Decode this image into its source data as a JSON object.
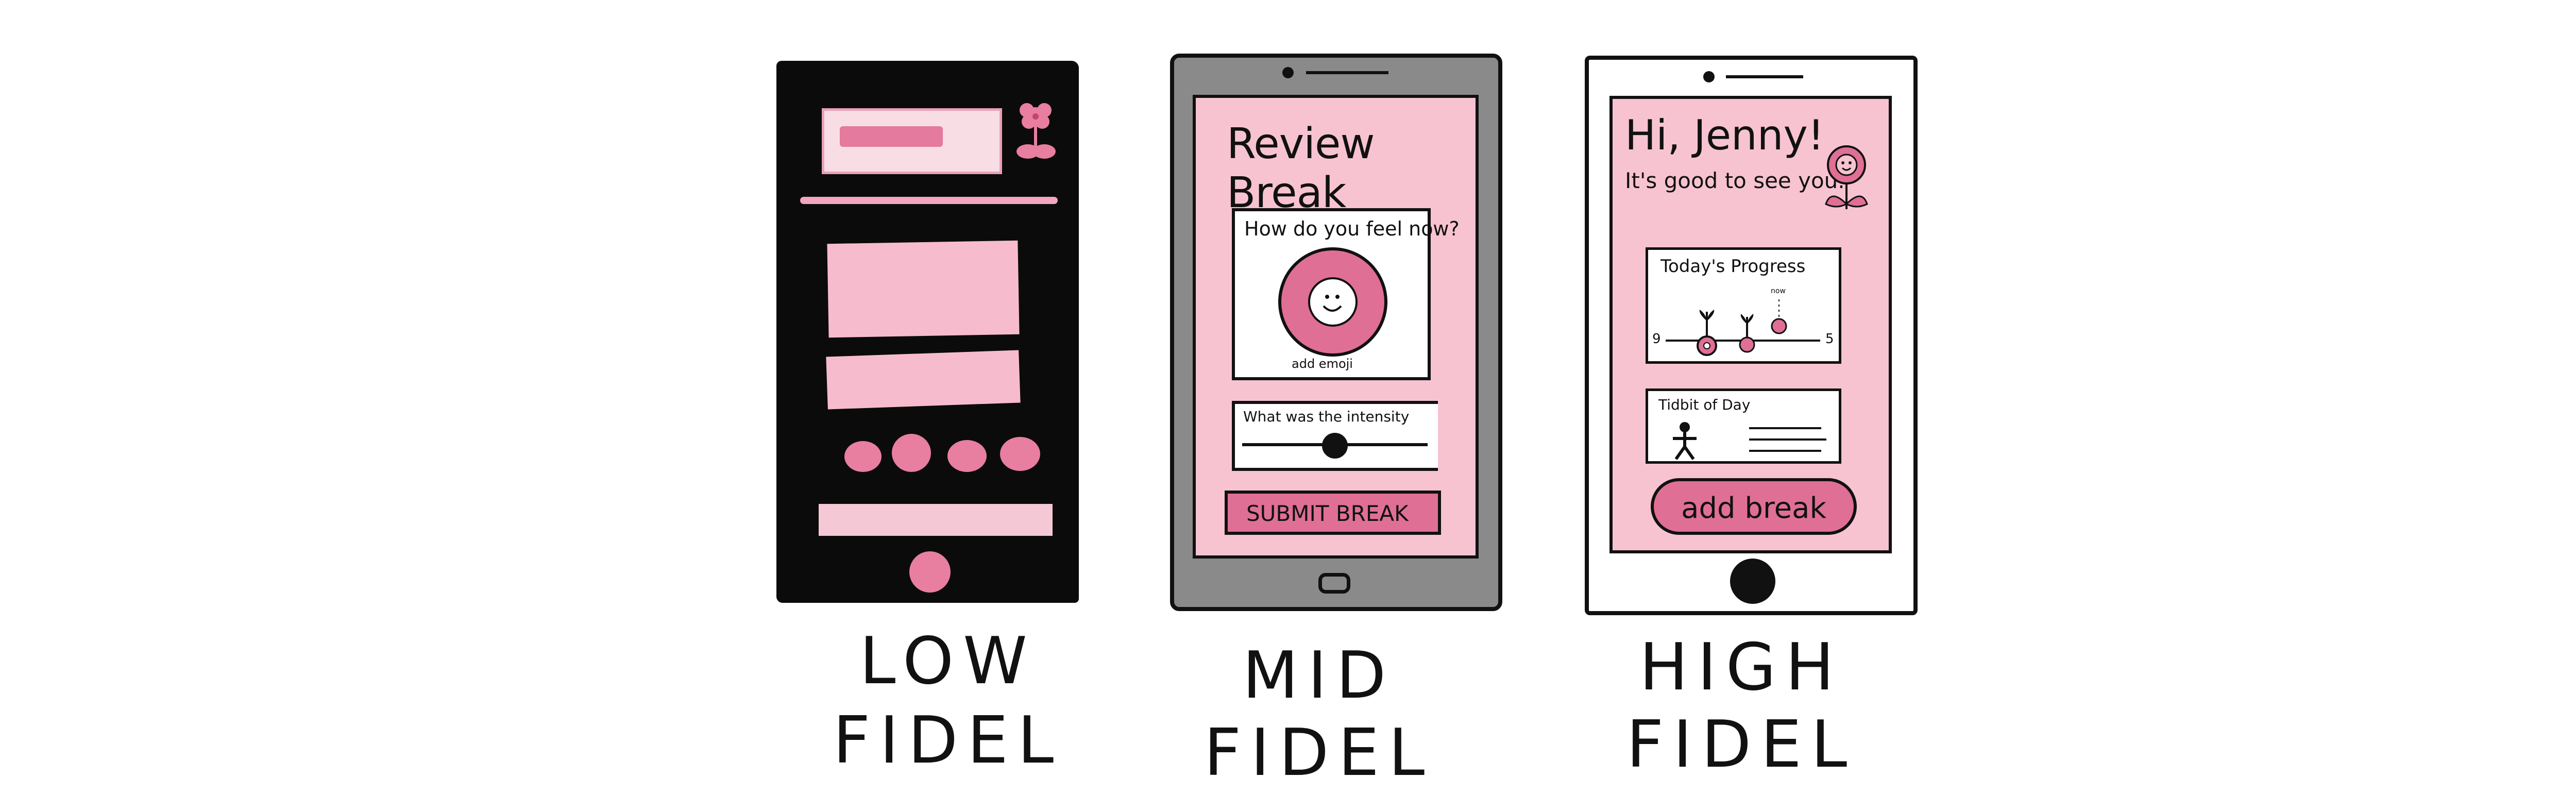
{
  "colors": {
    "pink": "#f6bccd",
    "accent": "#e06f95",
    "dark": "#0b0b0b",
    "phone_gray": "#8a8a8a"
  },
  "low": {
    "caption_line1": "LOW",
    "caption_line2": "FIDEL"
  },
  "mid": {
    "title": "Review Break",
    "question": "How do you feel now?",
    "emoji_label": "add emoji",
    "intensity_label": "What was the intensity",
    "intensity_level": 0.5,
    "submit_label": "SUBMIT BREAK",
    "caption_line1": "MID",
    "caption_line2": "FIDEL"
  },
  "high": {
    "greeting": "Hi, Jenny!",
    "subgreeting": "It's good to see you.",
    "progress_title": "Today's Progress",
    "progress_start": "9",
    "progress_end": "5",
    "progress_marker": "now",
    "tidbit_title": "Tidbit of Day",
    "add_break_label": "add break",
    "caption_line1": "HIGH",
    "caption_line2": "FIDEL"
  }
}
